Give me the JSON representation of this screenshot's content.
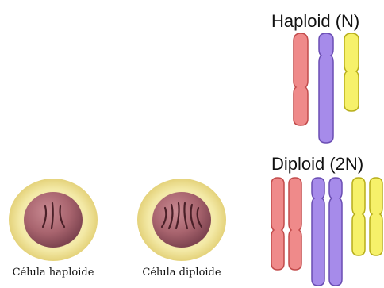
{
  "haploid": {
    "title": "Haploid (N)",
    "chromosome_colors": [
      "red",
      "purple",
      "yellow"
    ],
    "chromosome_count": 3
  },
  "diploid": {
    "title": "Diploid (2N)",
    "chromosome_colors": [
      "red",
      "red",
      "purple",
      "purple",
      "yellow",
      "yellow"
    ],
    "chromosome_count": 6
  },
  "cells": {
    "haploid_caption": "Célula haploide",
    "diploid_caption": "Célula diploide"
  },
  "colors": {
    "red_fill": "#ef8a8a",
    "red_stroke": "#c24b4b",
    "purple_fill": "#a68bea",
    "purple_stroke": "#6a4db3",
    "yellow_fill": "#f6f16a",
    "yellow_stroke": "#b7ae1a",
    "cell_halo": "#f6efbf",
    "nucleus": "#a8646e"
  }
}
